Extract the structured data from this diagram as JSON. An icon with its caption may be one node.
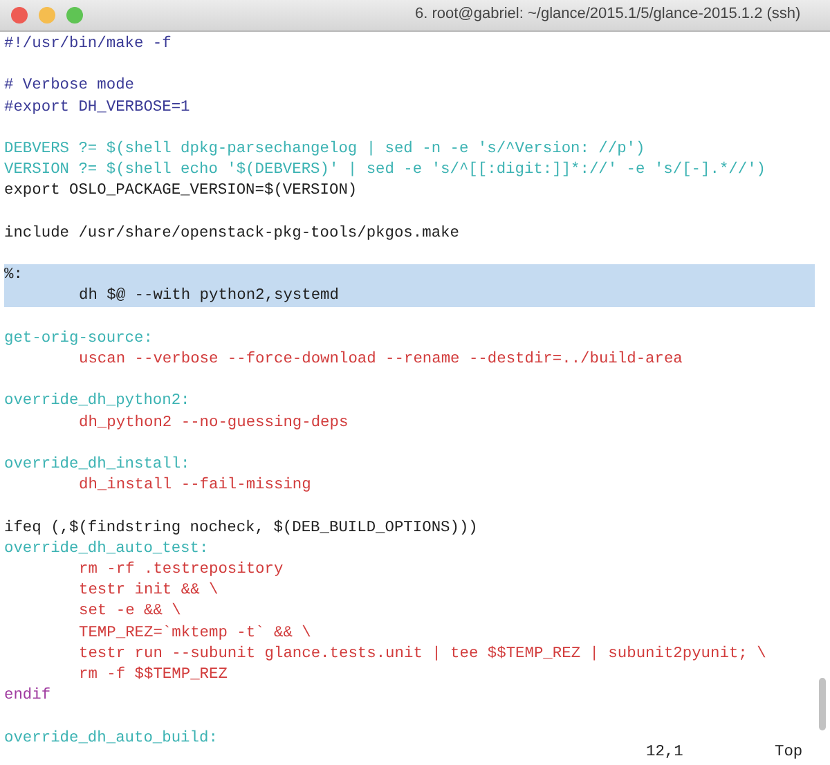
{
  "diagram": {
    "title": "6. root@gabriel: ~/glance/2015.1/5/glance-2015.1.2 (ssh)",
    "labels": [
      "#!/usr/bin/make -f",
      "# Verbose mode",
      "#export DH_VERBOSE=1",
      "DEBVERS ?= $(shell dpkg-parsechangelog | sed -n -e 's/^Version: //p')",
      "VERSION ?= $(shell echo '$(DEBVERS)' | sed -e 's/^[[:digit:]]*://' -e 's/[-].*//')",
      "export OSLO_PACKAGE_VERSION=$(VERSION)",
      "include /usr/share/openstack-pkg-tools/pkgos.make",
      "%:",
      "dh $@ --with python2,systemd",
      "get-orig-source:",
      "uscan --verbose --force-download --rename --destdir=../build-area",
      "override_dh_python2:",
      "dh_python2 --no-guessing-deps",
      "override_dh_install:",
      "dh_install --fail-missing",
      "ifeq (,$(findstring nocheck, $(DEB_BUILD_OPTIONS)))",
      "override_dh_auto_test:",
      "rm -rf .testrepository",
      "testr init && \\",
      "set -e && \\",
      "TEMP_REZ=`mktemp -t` && \\",
      "testr run --subunit glance.tests.unit | tee $$TEMP_REZ | subunit2pyunit; \\",
      "rm -f $$TEMP_REZ",
      "endif",
      "override_dh_auto_build:",
      "12,1",
      "Top"
    ]
  }
}
